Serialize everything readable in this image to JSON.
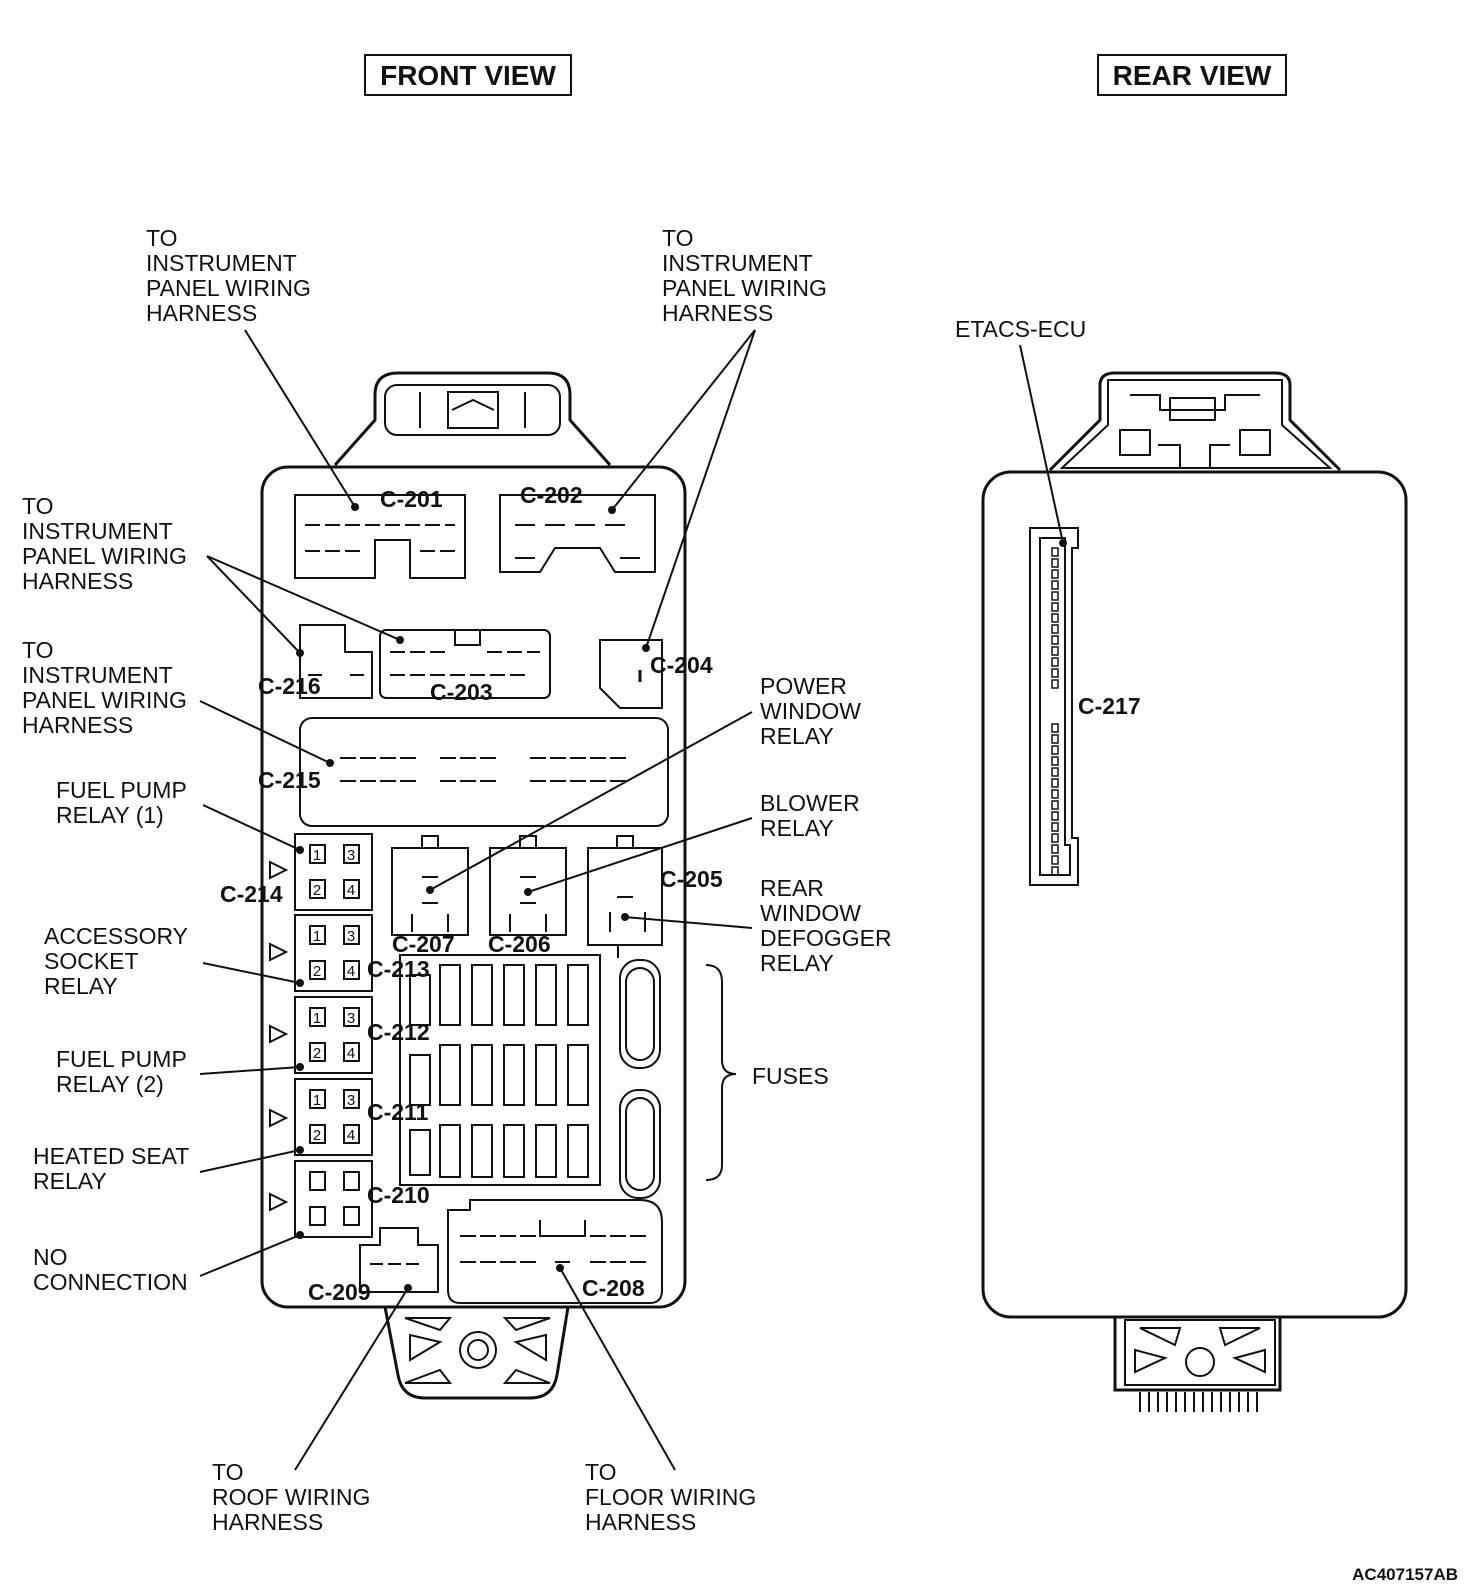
{
  "titles": {
    "front": "FRONT VIEW",
    "rear": "REAR VIEW"
  },
  "labels": {
    "ipwh_top_left": [
      "TO",
      "INSTRUMENT",
      "PANEL WIRING",
      "HARNESS"
    ],
    "ipwh_top_right": [
      "TO",
      "INSTRUMENT",
      "PANEL WIRING",
      "HARNESS"
    ],
    "ipwh_left_1": [
      "TO",
      "INSTRUMENT",
      "PANEL WIRING",
      "HARNESS"
    ],
    "ipwh_left_2": [
      "TO",
      "INSTRUMENT",
      "PANEL WIRING",
      "HARNESS"
    ],
    "fuel_pump_relay_1": [
      "FUEL PUMP",
      "RELAY (1)"
    ],
    "accessory_socket_relay": [
      "ACCESSORY",
      "SOCKET",
      "RELAY"
    ],
    "fuel_pump_relay_2": [
      "FUEL PUMP",
      "RELAY (2)"
    ],
    "heated_seat_relay": [
      "HEATED SEAT",
      "RELAY"
    ],
    "no_connection": [
      "NO",
      "CONNECTION"
    ],
    "power_window_relay": [
      "POWER",
      "WINDOW",
      "RELAY"
    ],
    "blower_relay": [
      "BLOWER",
      "RELAY"
    ],
    "rear_window_defogger_relay": [
      "REAR",
      "WINDOW",
      "DEFOGGER",
      "RELAY"
    ],
    "fuses": "FUSES",
    "roof_wiring_harness": [
      "TO",
      "ROOF WIRING",
      "HARNESS"
    ],
    "floor_wiring_harness": [
      "TO",
      "FLOOR WIRING",
      "HARNESS"
    ],
    "etacs_ecu": "ETACS-ECU"
  },
  "connectors": {
    "c201": "C-201",
    "c202": "C-202",
    "c203": "C-203",
    "c204": "C-204",
    "c205": "C-205",
    "c206": "C-206",
    "c207": "C-207",
    "c208": "C-208",
    "c209": "C-209",
    "c210": "C-210",
    "c211": "C-211",
    "c212": "C-212",
    "c213": "C-213",
    "c214": "C-214",
    "c215": "C-215",
    "c216": "C-216",
    "c217": "C-217"
  },
  "relay_pins": [
    "1",
    "3",
    "2",
    "4"
  ],
  "figure_code": "AC407157AB"
}
